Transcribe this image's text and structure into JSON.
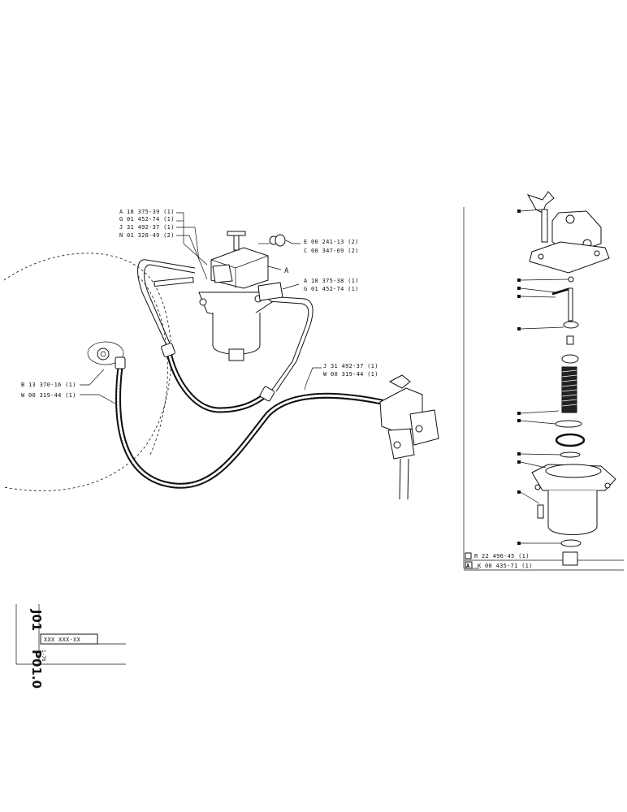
{
  "callouts": {
    "valve_a1": "A 18 375-39 (1)",
    "valve_g1": "G 01 452-74 (1)",
    "valve_j1": "J 31 492-37 (1)",
    "valve_n1": "N 01 328-49 (2)",
    "valve_e1": "E 00 241-13 (2)",
    "valve_c1": "C 00 347-09 (2)",
    "valve_letter": "A",
    "valve_a2": "A 18 375-38 (1)",
    "valve_g2": "G 01 452-74 (1)",
    "hose_j": "J 31 492-37 (1)",
    "hose_w": "W 00 319-44 (1)",
    "tank_b": "B 13 370-16 (1)",
    "tank_w": "W 00 319-44 (1)"
  },
  "exploded": {
    "repair_kit": "R 22 496-45 (1)",
    "assembly_letter": "A",
    "assembly": "K 00 435-71 (1)"
  },
  "title_block": {
    "group": "J01",
    "page": "P01.0",
    "part_placeholder": "XXX XXX-XX",
    "sub": "1-76"
  }
}
